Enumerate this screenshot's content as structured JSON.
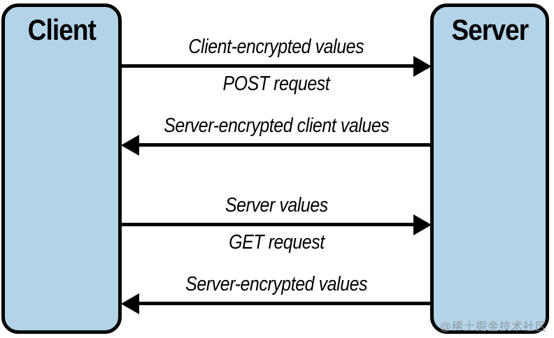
{
  "diagram": {
    "client_label": "Client",
    "server_label": "Server",
    "messages": [
      {
        "top_label": "Client-encrypted values",
        "bottom_label": "POST request",
        "direction": "client-to-server"
      },
      {
        "top_label": "Server-encrypted client values",
        "bottom_label": "",
        "direction": "server-to-client"
      },
      {
        "top_label": "Server values",
        "bottom_label": "GET request",
        "direction": "client-to-server"
      },
      {
        "top_label": "Server-encrypted values",
        "bottom_label": "",
        "direction": "server-to-client"
      }
    ],
    "watermark": "@稀土掘金技术社区"
  },
  "colors": {
    "box_fill": "#b3d4e8",
    "box_border": "#000000",
    "arrow": "#000000",
    "watermark": "#8a8f98"
  }
}
